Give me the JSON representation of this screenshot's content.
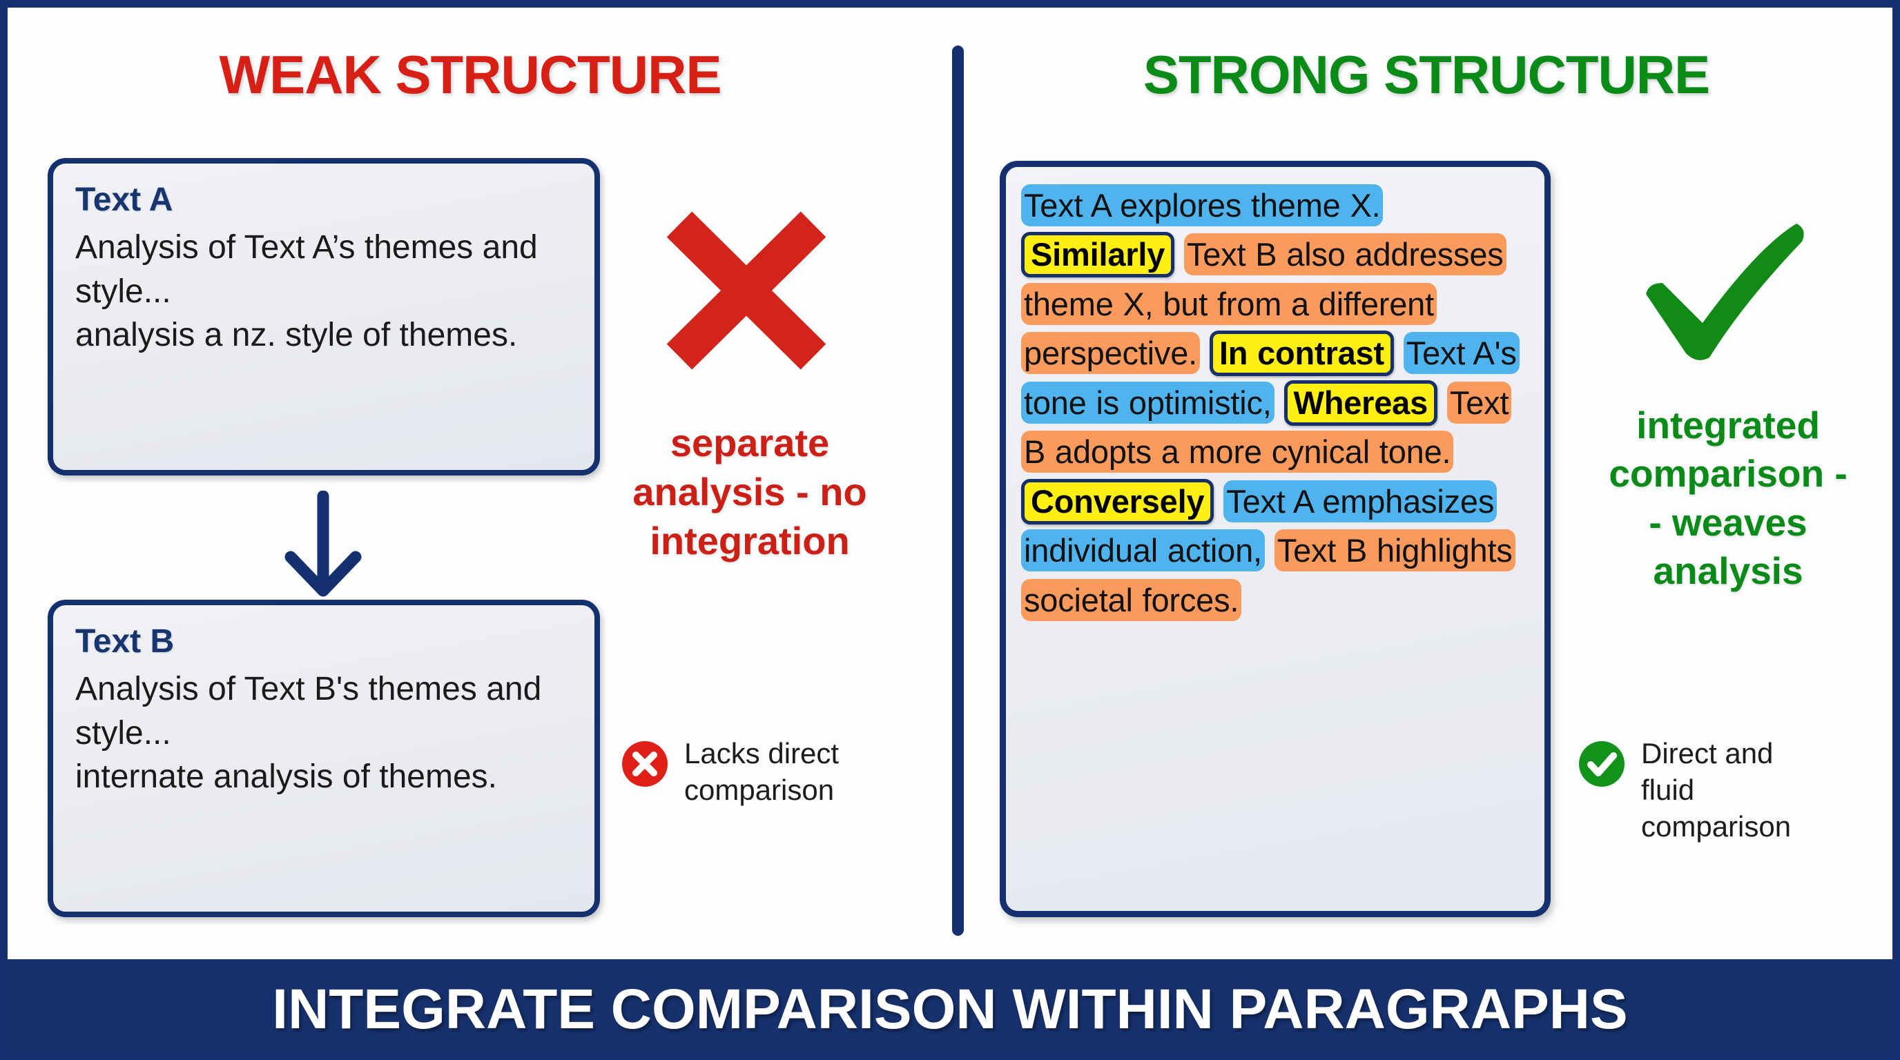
{
  "headings": {
    "weak": "WEAK STRUCTURE",
    "strong": "STRONG STRUCTURE"
  },
  "colors": {
    "weak_red": "#d81f15",
    "strong_green": "#0a8a16",
    "navy": "#14306e",
    "highlight_blue": "#4fb3ee",
    "highlight_orange": "#fa9a5c",
    "highlight_yellow": "#ffef12",
    "card_background": "#eaecf1",
    "banner_navy": "#16316d"
  },
  "weak_column": {
    "card_a": {
      "title": "Text A",
      "body": "Analysis of Text A’s themes and style...\nanalysis a nz. style of themes."
    },
    "card_b": {
      "title": "Text B",
      "body": "Analysis of Text B's themes and style...\ninternate analysis of themes."
    },
    "arrow_icon": "down-arrow-icon",
    "verdict_icon": "red-x-icon",
    "verdict_caption": "separate\nanalysis - no\nintegration",
    "badge": {
      "icon": "x-circle-icon",
      "text": "Lacks direct\ncomparison"
    }
  },
  "strong_column": {
    "paragraph_segments": [
      {
        "text": "Text A explores theme X.",
        "style": "blue"
      },
      {
        "text": "Similarly",
        "style": "yellow"
      },
      {
        "text": "Text B also addresses theme X, but from a different perspective.",
        "style": "orange"
      },
      {
        "text": "In contrast",
        "style": "yellow"
      },
      {
        "text": "Text A's tone is optimistic,",
        "style": "blue"
      },
      {
        "text": "Whereas",
        "style": "yellow"
      },
      {
        "text": "Text B adopts a more cynical tone.",
        "style": "orange"
      },
      {
        "text": "Conversely",
        "style": "yellow"
      },
      {
        "text": "Text A emphasizes individual action,",
        "style": "blue"
      },
      {
        "text": "Text B highlights societal forces.",
        "style": "orange"
      }
    ],
    "verdict_icon": "green-check-icon",
    "verdict_caption": "integrated\ncomparison -\n- weaves\nanalysis",
    "badge": {
      "icon": "check-circle-icon",
      "text": "Direct and\nfluid\ncomparison"
    }
  },
  "footer": {
    "text": "INTEGRATE COMPARISON WITHIN PARAGRAPHS"
  }
}
